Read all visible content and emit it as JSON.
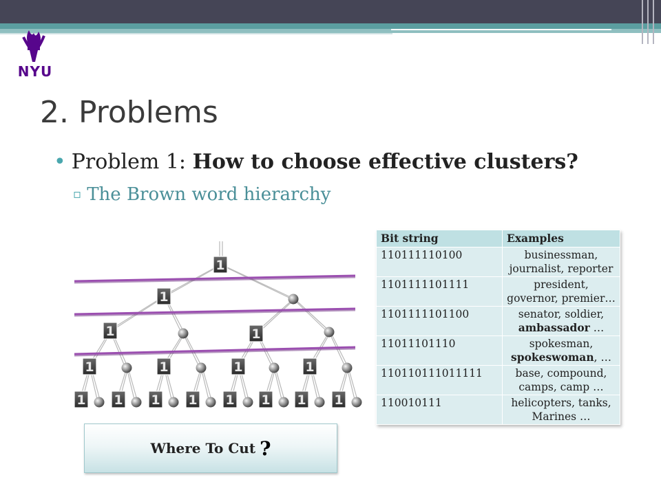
{
  "logo": {
    "text": "NYU",
    "color": "#57068c"
  },
  "slide": {
    "title": "2. Problems",
    "bullet1": {
      "prefix": "Problem 1: ",
      "emphasis": "How to choose effective clusters?"
    },
    "bullet2": "The Brown word hierarchy",
    "cut_label": "Where To Cut",
    "cut_mark": "?"
  },
  "tree_node_label": "1",
  "table": {
    "headers": [
      "Bit string",
      "Examples"
    ],
    "rows": [
      {
        "bits": "110111110100",
        "ex_before": "businessman, journalist, reporter",
        "ex_bold": "",
        "ex_after": ""
      },
      {
        "bits": "1101111101111",
        "ex_before": "president, governor, premier…",
        "ex_bold": "",
        "ex_after": ""
      },
      {
        "bits": "1101111101100",
        "ex_before": "senator, soldier, ",
        "ex_bold": "ambassador",
        "ex_after": " …"
      },
      {
        "bits": "11011101110",
        "ex_before": "spokesman, ",
        "ex_bold": "spokeswoman",
        "ex_after": ", …"
      },
      {
        "bits": "110110111011111",
        "ex_before": "base, compound, camps, camp …",
        "ex_bold": "",
        "ex_after": ""
      },
      {
        "bits": "110010111",
        "ex_before": "helicopters, tanks, Marines …",
        "ex_bold": "",
        "ex_after": ""
      }
    ]
  },
  "colors": {
    "accent": "#4aa7ae",
    "cut_line": "#9b4fb0",
    "node_box": "#3a3a3a"
  }
}
